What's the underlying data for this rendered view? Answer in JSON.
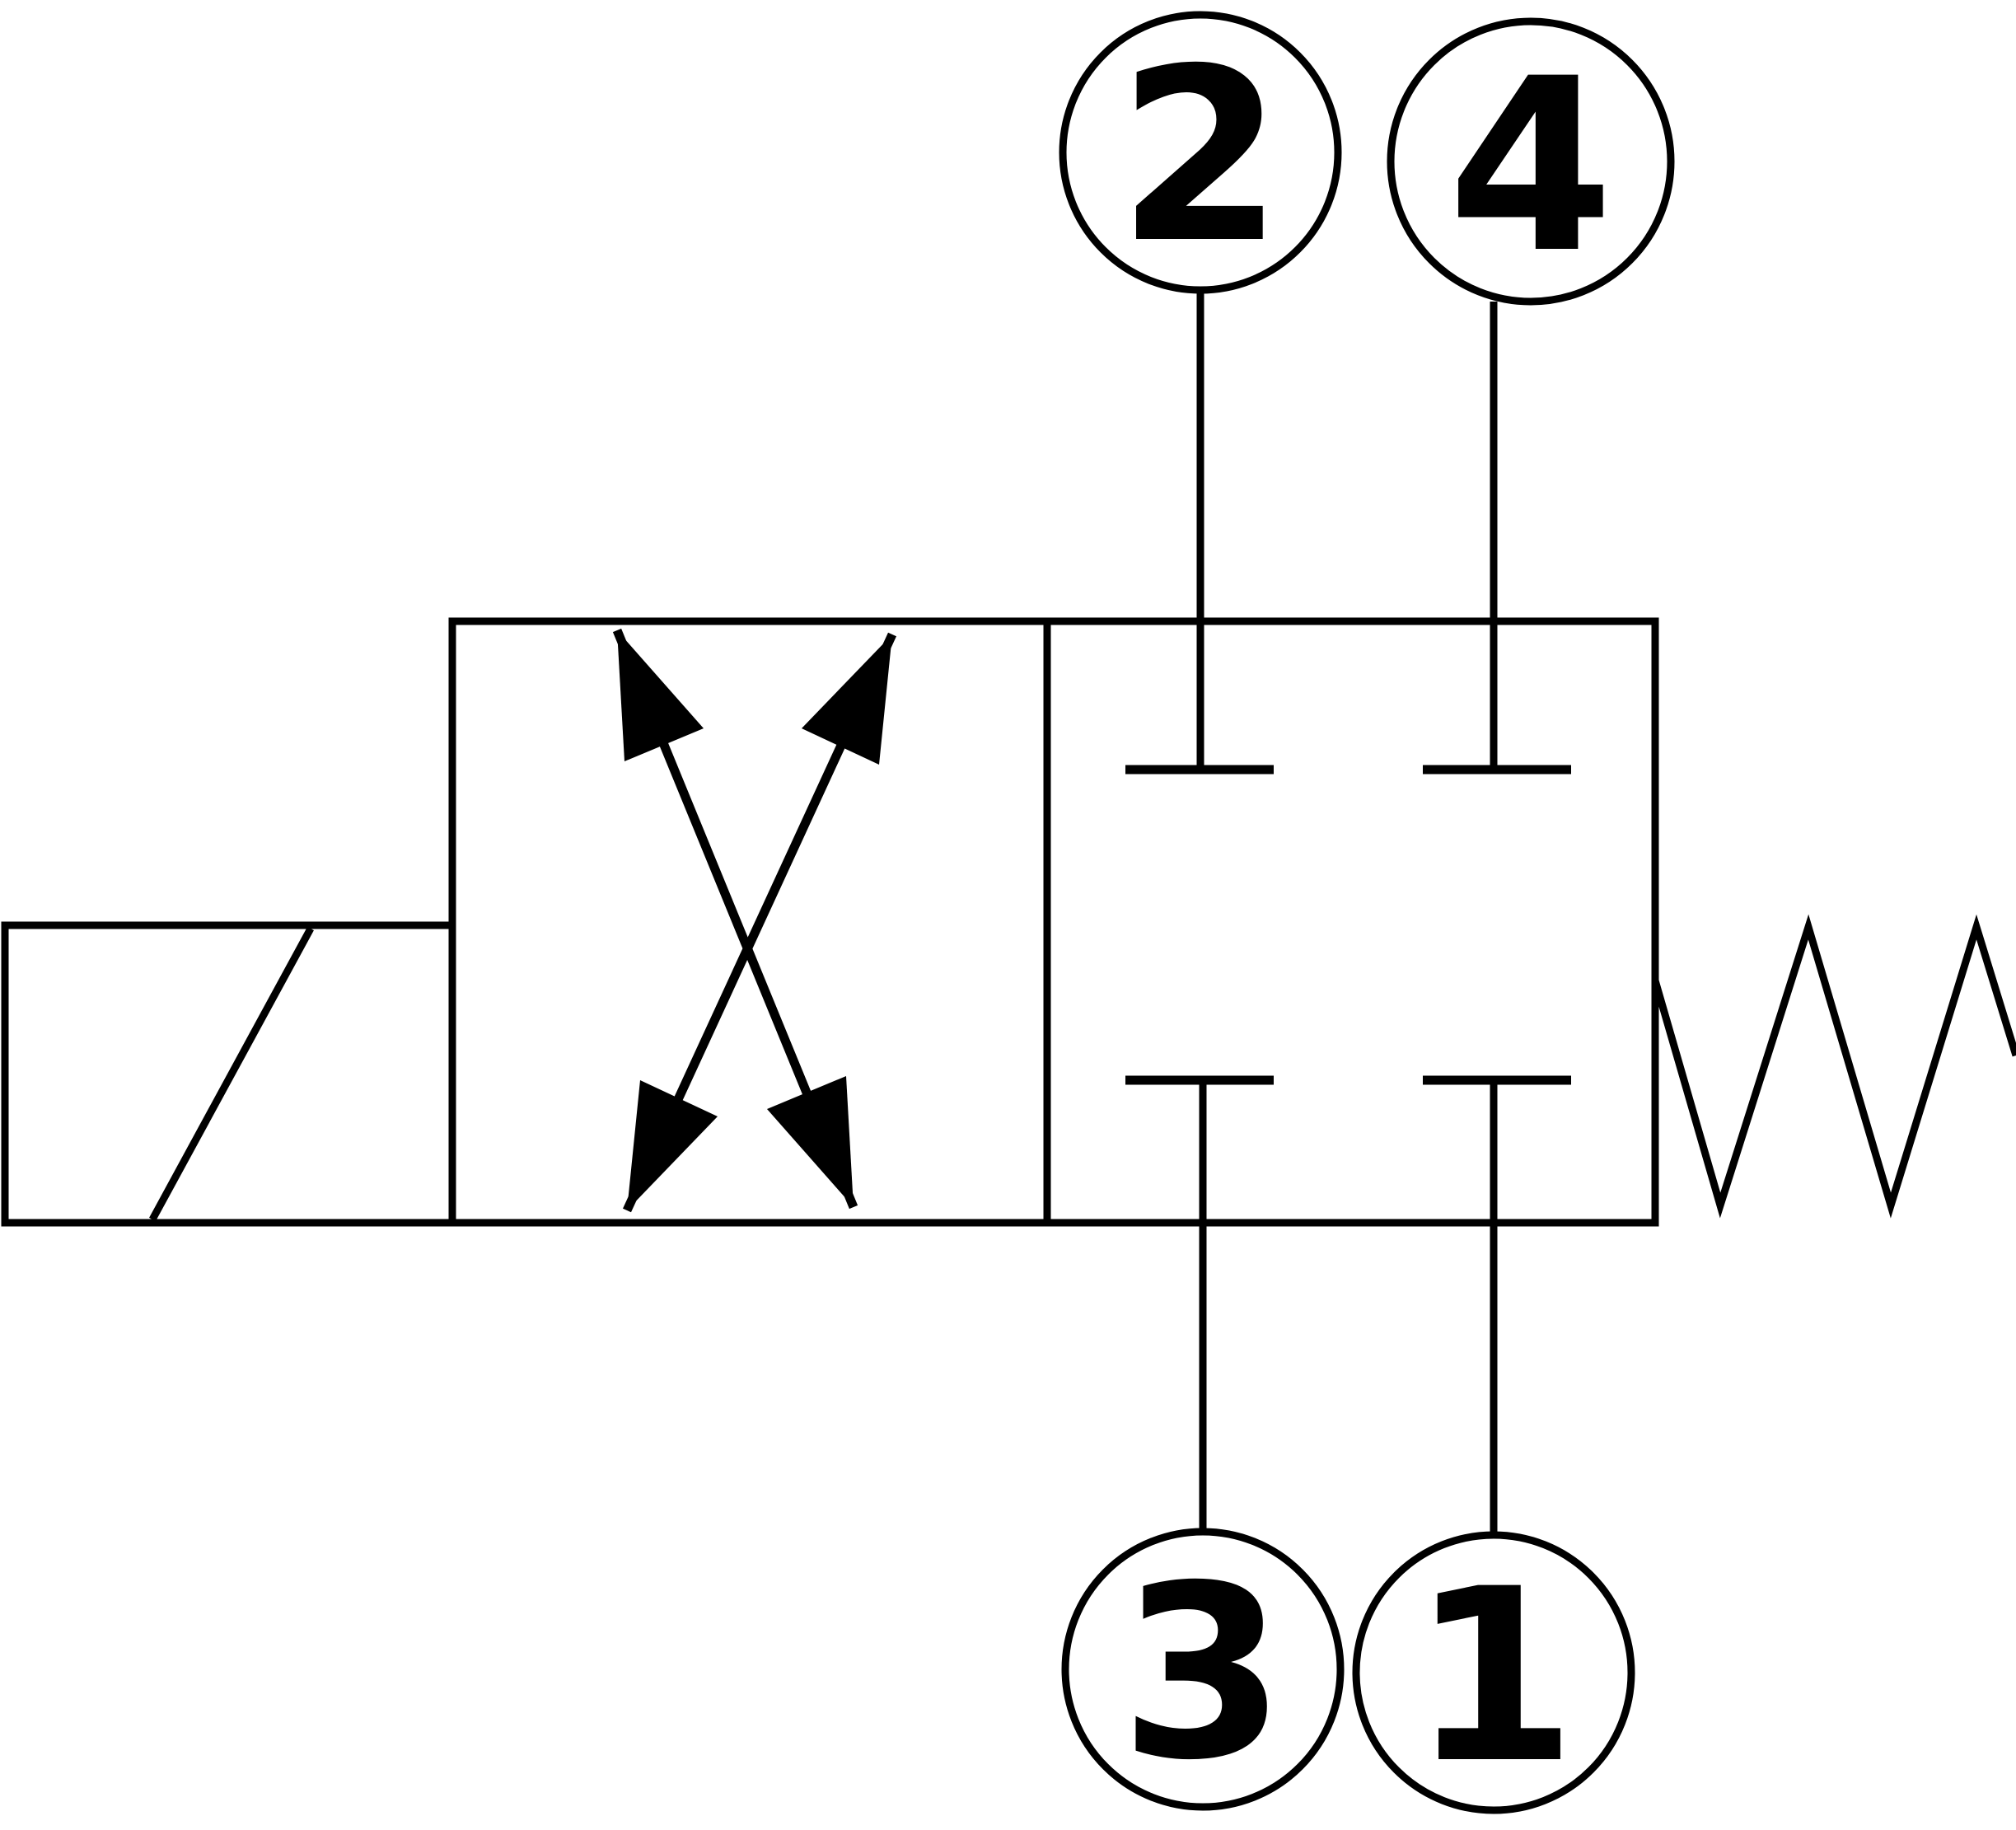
{
  "diagram": {
    "kind": "hydraulic-directional-valve-schematic",
    "description": "2-position 4-way solenoid operated directional valve, spring return, crossed-flow position and all-ports-blocked position",
    "colors": {
      "line": "#000000",
      "background": "#ffffff"
    },
    "ports": [
      {
        "id": "port-2",
        "label": "2",
        "position": "top-left"
      },
      {
        "id": "port-4",
        "label": "4",
        "position": "top-right"
      },
      {
        "id": "port-3",
        "label": "3",
        "position": "bottom-left"
      },
      {
        "id": "port-1",
        "label": "1",
        "position": "bottom-right"
      }
    ]
  }
}
